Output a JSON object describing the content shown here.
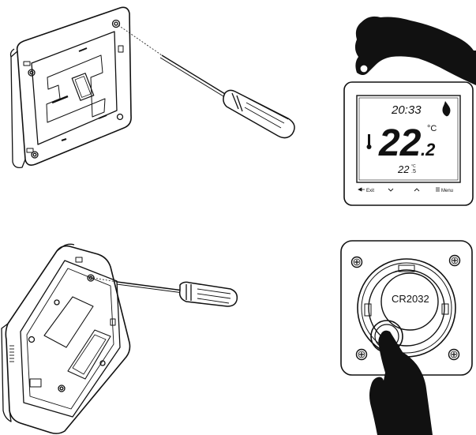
{
  "thermostat": {
    "time": "20:33",
    "temp_main": "22",
    "temp_decimal": ".2",
    "unit_main": "°C",
    "temp_secondary": "22",
    "temp_secondary_decimal": ".5",
    "unit_secondary": "°C",
    "btn_exit": "Exit",
    "btn_menu": "Menu",
    "flame_icon": "flame-icon",
    "thermometer_icon": "thermometer-icon"
  },
  "battery": {
    "label": "CR2032"
  },
  "colors": {
    "line": "#111111",
    "hand": "#111111",
    "background": "#ffffff"
  }
}
